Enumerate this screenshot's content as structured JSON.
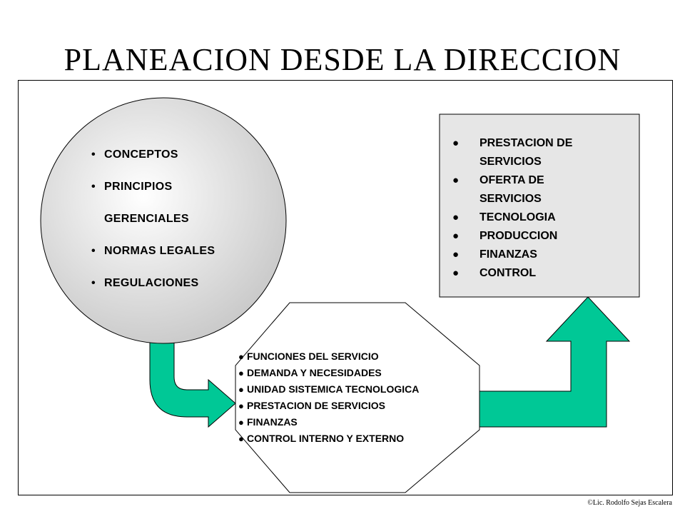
{
  "title": "PLANEACION  DESDE  LA  DIRECCION",
  "colors": {
    "arrow": "#00c896",
    "box": "#e6e6e6",
    "circle_light": "#ffffff",
    "circle_dark": "#c8c8c8"
  },
  "circle": {
    "bullet": "•",
    "items": [
      {
        "text": "CONCEPTOS",
        "bulleted": true
      },
      {
        "text": "PRINCIPIOS",
        "bulleted": true
      },
      {
        "text": "GERENCIALES",
        "bulleted": false
      },
      {
        "text": "NORMAS LEGALES",
        "bulleted": true
      },
      {
        "text": "REGULACIONES",
        "bulleted": true
      }
    ]
  },
  "octagon": {
    "bullet": "●",
    "items": [
      "FUNCIONES DEL SERVICIO",
      "DEMANDA Y NECESIDADES",
      "UNIDAD SISTEMICA TECNOLOGICA",
      "PRESTACION DE SERVICIOS",
      "FINANZAS",
      "CONTROL INTERNO Y EXTERNO"
    ]
  },
  "box": {
    "bullet": "●",
    "items": [
      {
        "lines": [
          "PRESTACION  DE",
          "SERVICIOS"
        ]
      },
      {
        "lines": [
          "OFERTA DE",
          "SERVICIOS"
        ]
      },
      {
        "lines": [
          "TECNOLOGIA"
        ]
      },
      {
        "lines": [
          "PRODUCCION"
        ]
      },
      {
        "lines": [
          "FINANZAS"
        ]
      },
      {
        "lines": [
          "CONTROL"
        ]
      }
    ]
  },
  "credit": "©Lic. Rodolfo Sejas Escalera"
}
